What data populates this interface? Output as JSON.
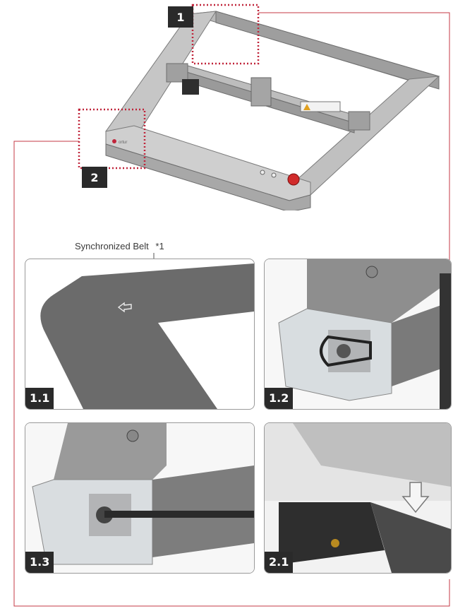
{
  "overview": {
    "marker_1": "1",
    "marker_2": "2",
    "brand_mark": "ortur"
  },
  "callout": {
    "label": "Synchronized Belt",
    "note": "*1"
  },
  "panels": [
    {
      "tag": "1.1"
    },
    {
      "tag": "1.2"
    },
    {
      "tag": "1.3"
    },
    {
      "tag": "2.1"
    }
  ],
  "colors": {
    "leader_line": "#c43a46",
    "dotted_frame": "#c0243a",
    "tag_bg": "#2a2a2a",
    "frame_gray": "#9b9b9b"
  }
}
